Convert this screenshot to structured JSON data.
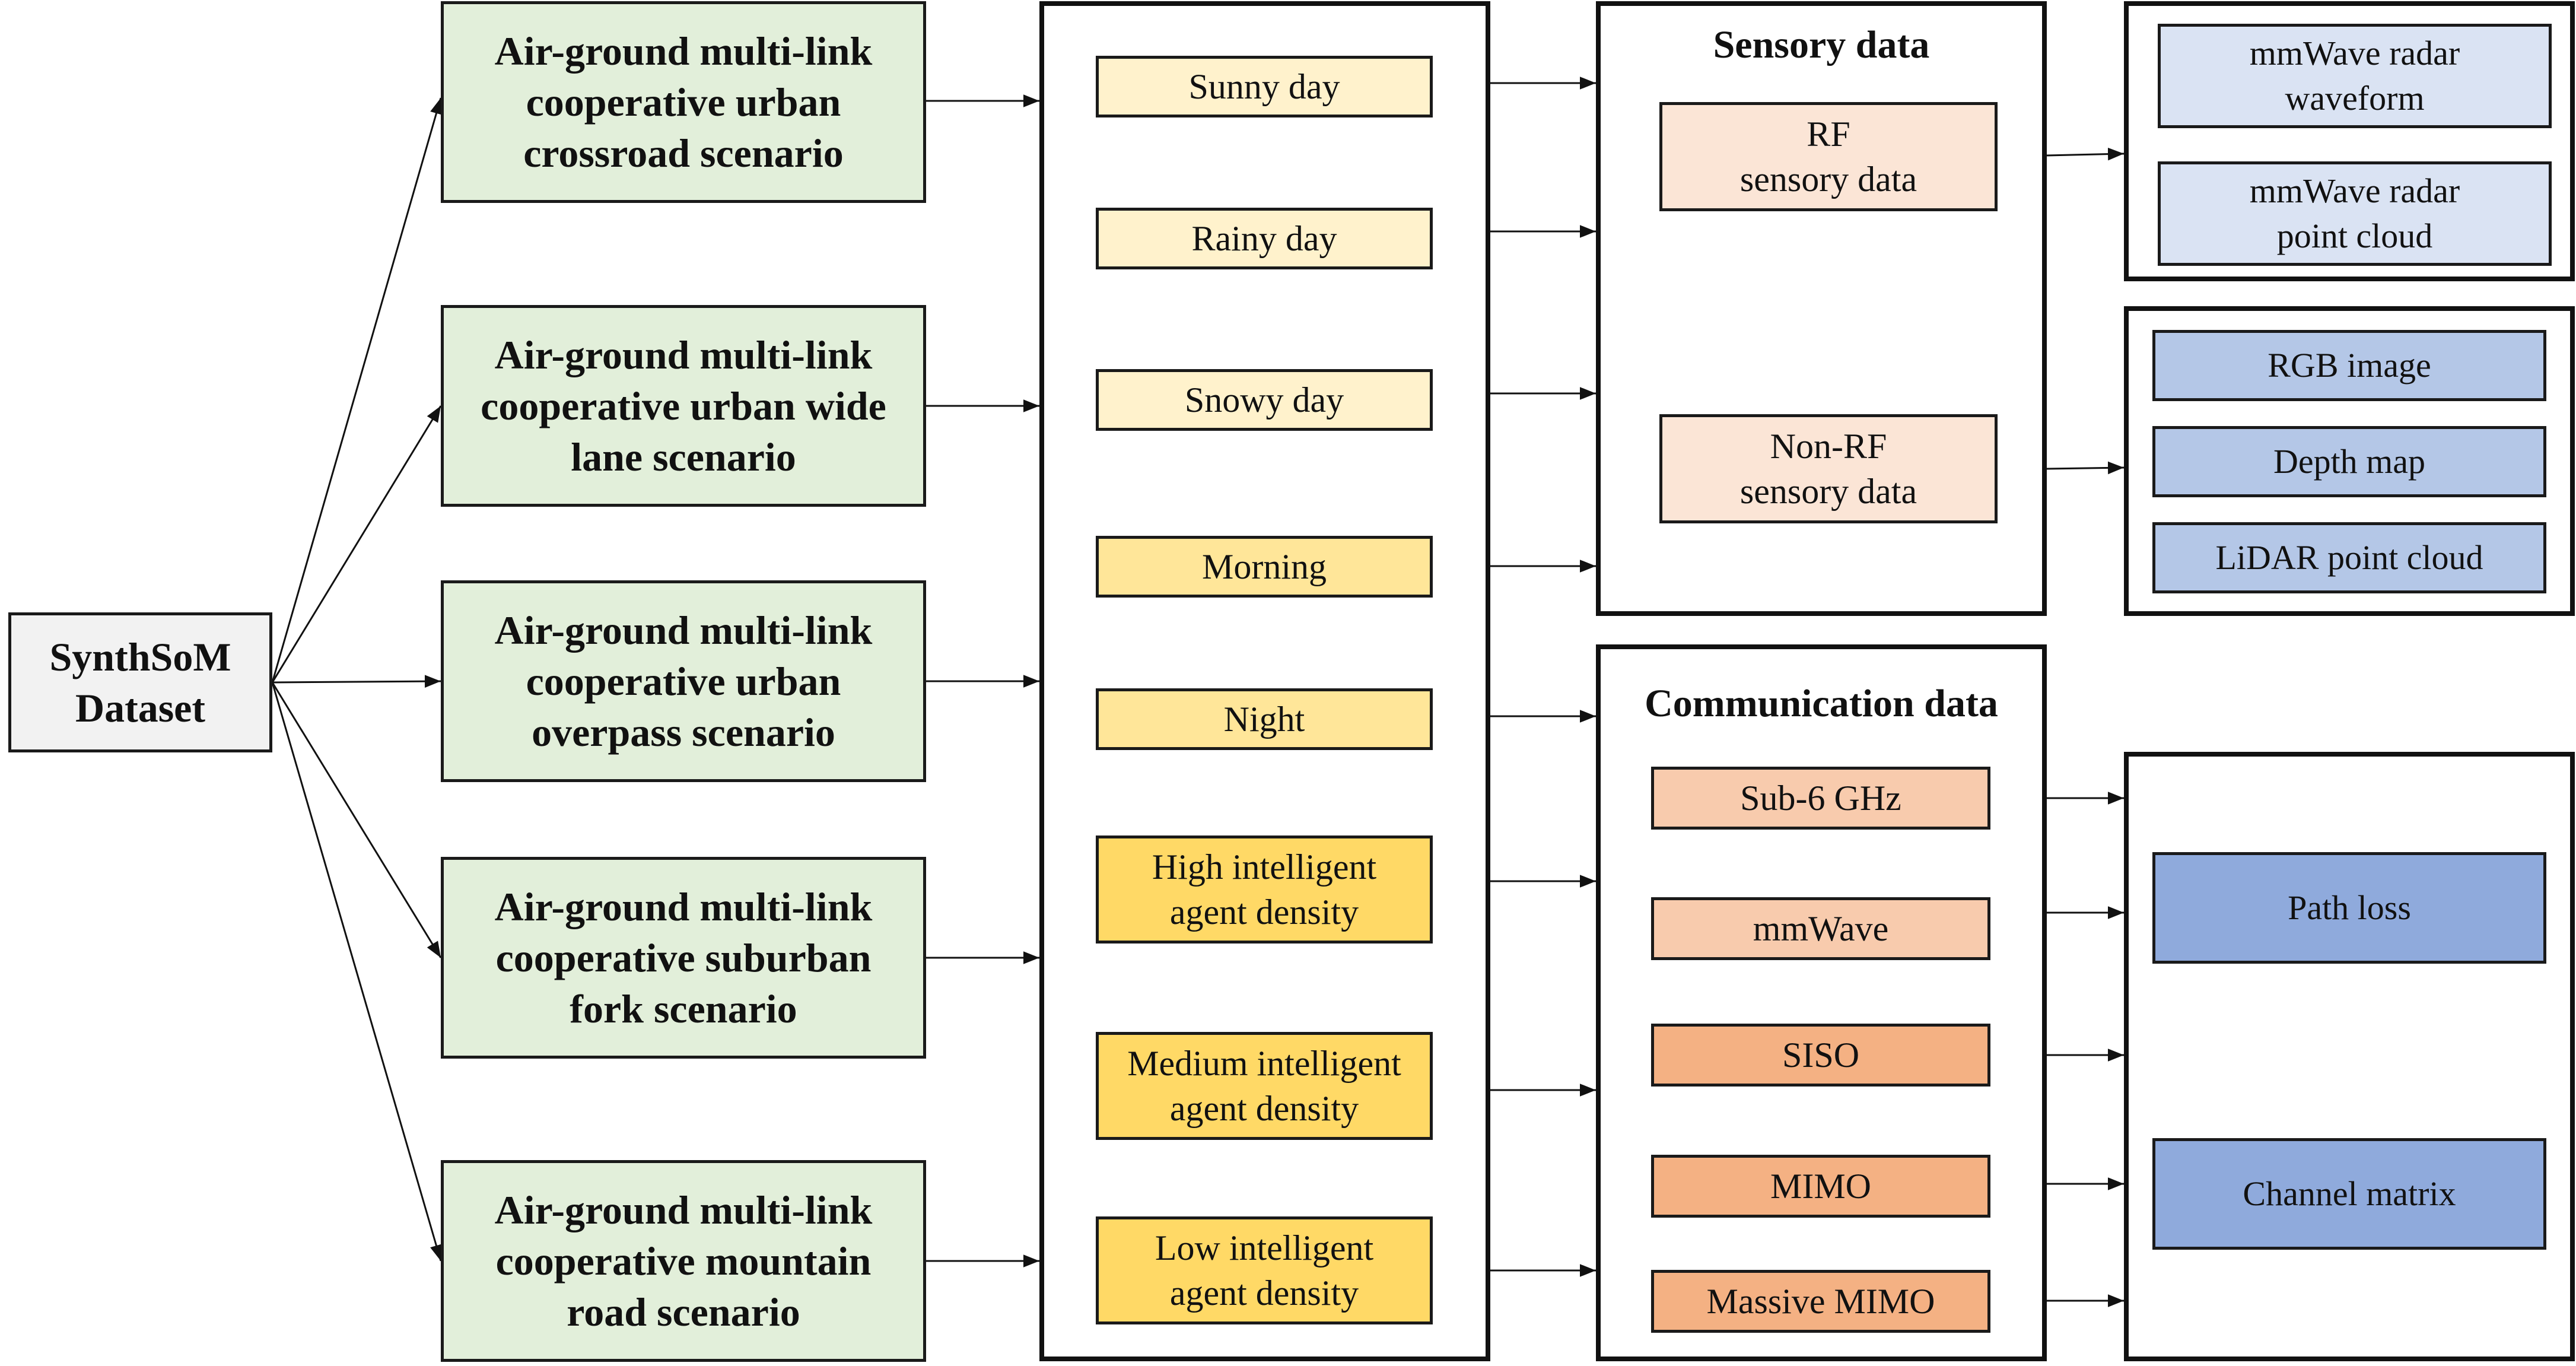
{
  "root": {
    "label": "SynthSoM\nDataset"
  },
  "scenarios": [
    "Air-ground multi-link\ncooperative urban\ncrossroad scenario",
    "Air-ground multi-link\ncooperative urban wide\nlane scenario",
    "Air-ground multi-link\ncooperative urban\noverpass scenario",
    "Air-ground multi-link\ncooperative suburban\nfork scenario",
    "Air-ground multi-link\ncooperative mountain\nroad scenario"
  ],
  "conditions": [
    "Sunny day",
    "Rainy day",
    "Snowy day",
    "Morning",
    "Night",
    "High intelligent\nagent density",
    "Medium intelligent\nagent density",
    "Low intelligent\nagent density"
  ],
  "sensory": {
    "title": "Sensory data",
    "rf": "RF\nsensory data",
    "non_rf": "Non-RF\nsensory data"
  },
  "communication": {
    "title": "Communication data",
    "items": [
      "Sub-6 GHz",
      "mmWave",
      "SISO",
      "MIMO",
      "Massive MIMO"
    ]
  },
  "rf_outputs": [
    "mmWave radar\nwaveform",
    "mmWave radar\npoint cloud"
  ],
  "nonrf_outputs": [
    "RGB image",
    "Depth map",
    "LiDAR point cloud"
  ],
  "comm_outputs": [
    "Path loss",
    "Channel matrix"
  ],
  "colors": {
    "root_fill": "#f2f2f2",
    "scenario_fill": "#e2efda",
    "weather_fill": "#fff2cc",
    "time_fill": "#ffe699",
    "density_fill": "#ffd966",
    "sensor_fill": "#fbe5d6",
    "comm_light_fill": "#f8cbad",
    "comm_dark_fill": "#f4b183",
    "rf_output_fill": "#dae3f3",
    "nonrf_output_fill": "#b4c7e7",
    "comm_output_fill": "#8faadc"
  }
}
